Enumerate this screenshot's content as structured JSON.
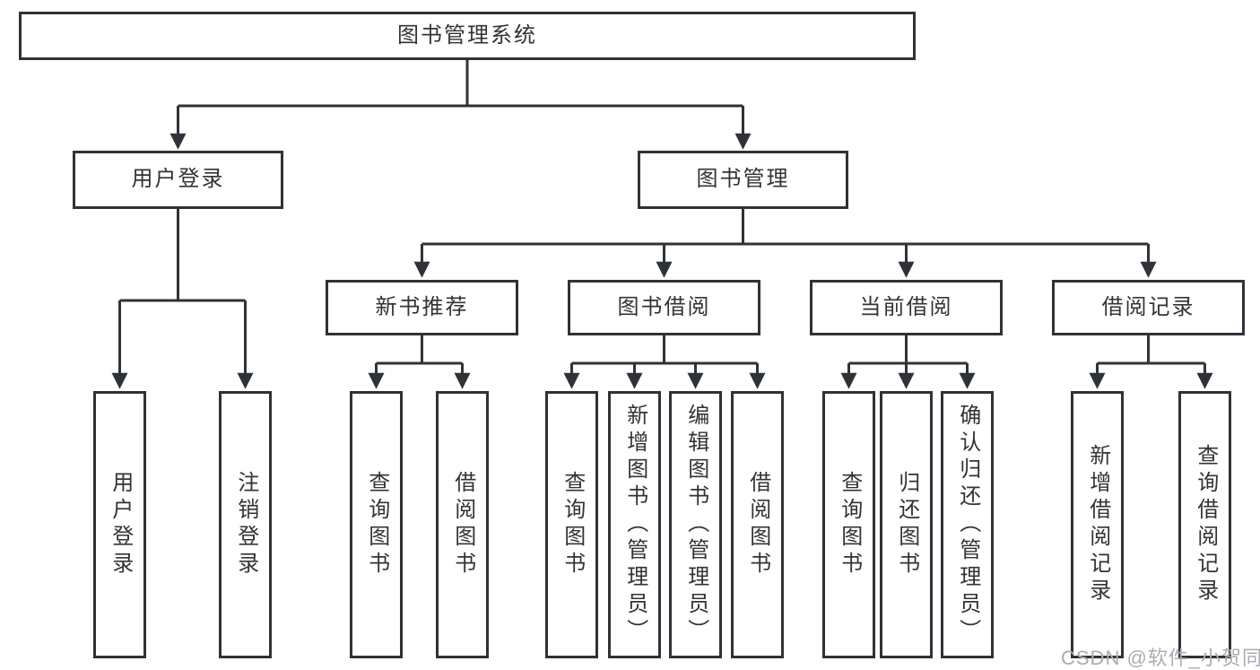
{
  "diagram": {
    "root": "图书管理系统",
    "level2": {
      "user_login": "用户登录",
      "book_mgmt": "图书管理"
    },
    "level3": {
      "new_books": "新书推荐",
      "book_borrow": "图书借阅",
      "current_borrow": "当前借阅",
      "borrow_records": "借阅记录"
    },
    "leaves": {
      "ul_login": "用户登录",
      "ul_logout": "注销登录",
      "nb_query": "查询图书",
      "nb_borrow": "借阅图书",
      "bb_query": "查询图书",
      "bb_add": "新增图书（管理员）",
      "bb_edit": "编辑图书（管理员）",
      "bb_borrow": "借阅图书",
      "cb_query": "查询图书",
      "cb_return": "归还图书",
      "cb_confirm": "确认归还（管理员）",
      "br_add": "新增借阅记录",
      "br_query": "查询借阅记录"
    }
  },
  "watermark": "CSDN @软件_小贺同学",
  "colors": {
    "line": "#2f3237",
    "text": "#333333",
    "watermark": "#a9adb2",
    "background": "#ffffff"
  }
}
